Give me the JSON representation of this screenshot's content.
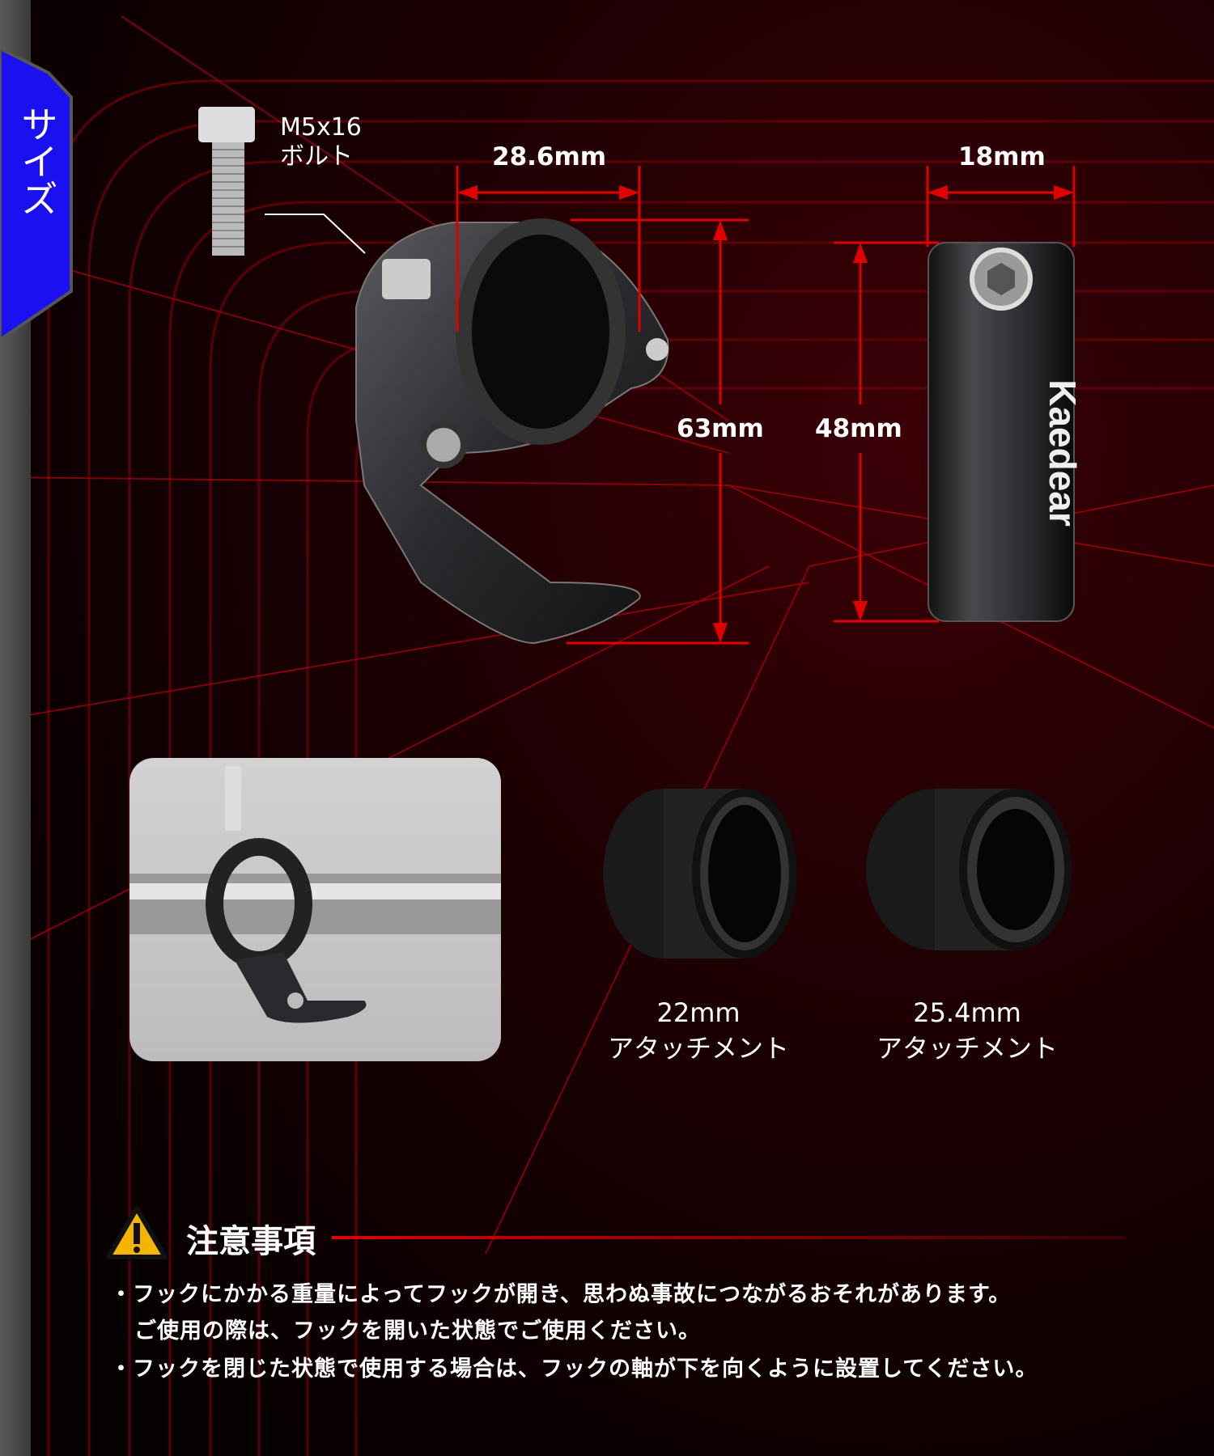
{
  "section_tab": {
    "label": "サイズ",
    "color": "#1a10f0"
  },
  "bolt": {
    "spec": "M5x16",
    "name": "ボルト"
  },
  "dimensions": {
    "width": "28.6mm",
    "height": "63mm",
    "band_height": "48mm",
    "band_width": "18mm"
  },
  "band_logo": "Kaedear",
  "attachments": [
    {
      "size": "22mm",
      "label": "アタッチメント"
    },
    {
      "size": "25.4mm",
      "label": "アタッチメント"
    }
  ],
  "caution": {
    "title": "注意事項",
    "items": [
      {
        "line1": "・フックにかかる重量によってフックが開き、思わぬ事故につながるおそれがあります。",
        "line2": "ご使用の際は、フックを開いた状態でご使用ください。"
      },
      {
        "line1": "・フックを閉じた状態で使用する場合は、フックの軸が下を向くように設置してください。"
      }
    ]
  },
  "colors": {
    "accent": "#e00000",
    "background": "#0b0002",
    "warning": "#f5b400"
  }
}
